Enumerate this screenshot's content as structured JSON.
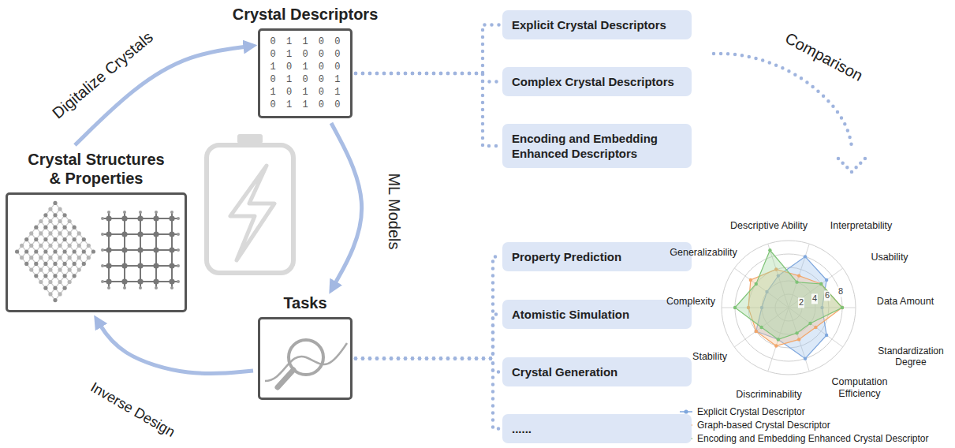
{
  "diagram": {
    "nodes": [
      {
        "text": [
          "Crystal Descriptors",
          "0 1 1 0 0",
          "0 1 0 0 0",
          "1 0 1 0 0",
          "0 1 0 0 1",
          "1 0 1 0 1",
          "0 1 1 0 0"
        ]
      },
      {
        "text": [
          "Explicit Crystal Descriptors"
        ]
      },
      {
        "text": [
          "Complex Crystal Descriptors"
        ]
      },
      {
        "text": [
          "Encoding and Embedding Enhanced Descriptors"
        ]
      },
      {
        "text": [
          "Crystal Structures & Properties"
        ]
      },
      {
        "text": [
          "Tasks"
        ]
      },
      {
        "text": [
          "Property Prediction"
        ]
      },
      {
        "text": [
          "Atomistic Simulation"
        ]
      },
      {
        "text": [
          "Crystal Generation"
        ]
      },
      {
        "text": [
          "......"
        ]
      }
    ],
    "edges": [
      {
        "from": 4,
        "to": 0,
        "label": "Digitalize Crystals",
        "arrow": "to"
      },
      {
        "from": 0,
        "to": 5,
        "label": "ML Models",
        "arrow": "to"
      },
      {
        "from": 5,
        "to": 4,
        "label": "Inverse Design",
        "arrow": "to"
      },
      {
        "from": 0,
        "to": 1,
        "arrow": "none"
      },
      {
        "from": 0,
        "to": 2,
        "arrow": "none"
      },
      {
        "from": 0,
        "to": 3,
        "arrow": "none"
      },
      {
        "from": 5,
        "to": 6,
        "arrow": "none"
      },
      {
        "from": 5,
        "to": 7,
        "arrow": "none"
      },
      {
        "from": 5,
        "to": 8,
        "arrow": "none"
      },
      {
        "from": 5,
        "to": 9,
        "arrow": "none"
      }
    ],
    "labels": [
      "Comparison",
      "Descriptive Ability",
      "Interpretability",
      "Usability",
      "Data Amount",
      "Standardization Degree",
      "Computation Efficiency",
      "Discriminability",
      "Stability",
      "Complexity",
      "Generalizability",
      "2",
      "4",
      "6",
      "8"
    ],
    "legend": [
      {
        "text": "Explicit Crystal Descriptor"
      },
      {
        "text": "Graph-based Crystal Descriptor"
      },
      {
        "text": "Encoding and Embedding Enhanced Crystal Descriptor"
      }
    ]
  }
}
